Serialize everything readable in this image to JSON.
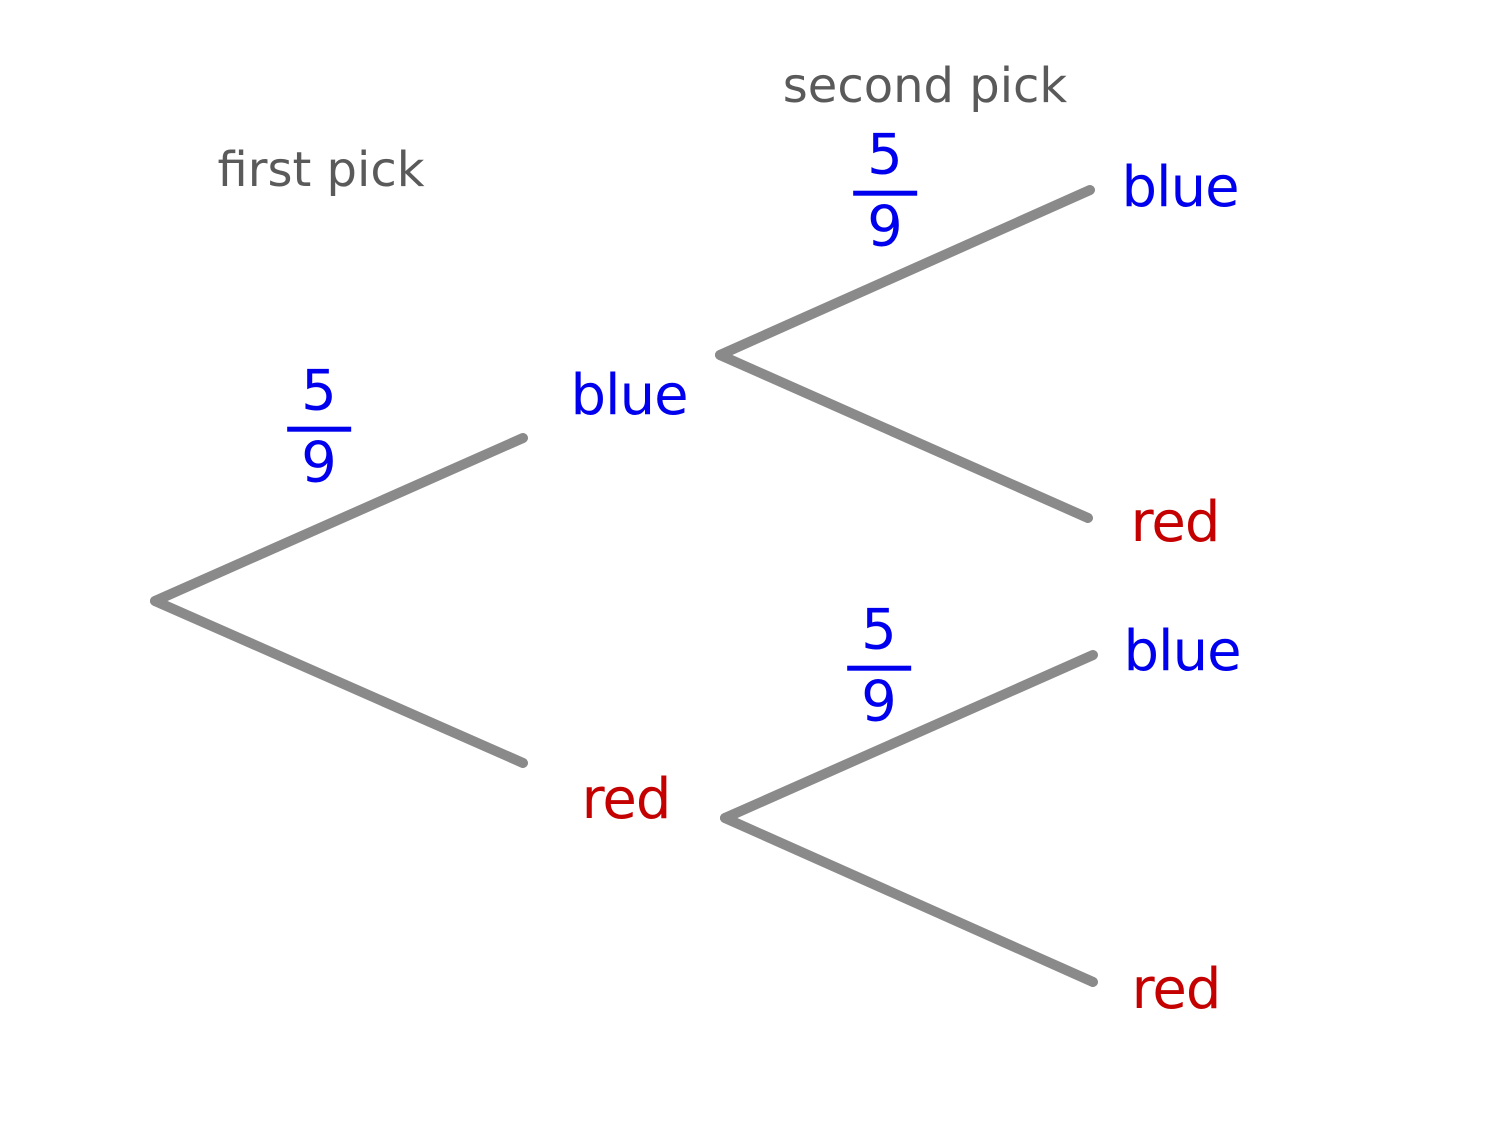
{
  "headers": {
    "first_pick": "first pick",
    "second_pick": "second pick"
  },
  "colors": {
    "blue_label": "#0000ee",
    "red_label": "#c40000",
    "branch_line": "#8a8a8a",
    "header_text": "#5a5a5a"
  },
  "first_pick": {
    "blue": {
      "label": "blue",
      "prob_num": "5",
      "prob_den": "9"
    },
    "red": {
      "label": "red"
    }
  },
  "second_pick": {
    "after_blue": {
      "blue": {
        "label": "blue",
        "prob_num": "5",
        "prob_den": "9"
      },
      "red": {
        "label": "red"
      }
    },
    "after_red": {
      "blue": {
        "label": "blue",
        "prob_num": "5",
        "prob_den": "9"
      },
      "red": {
        "label": "red"
      }
    }
  }
}
